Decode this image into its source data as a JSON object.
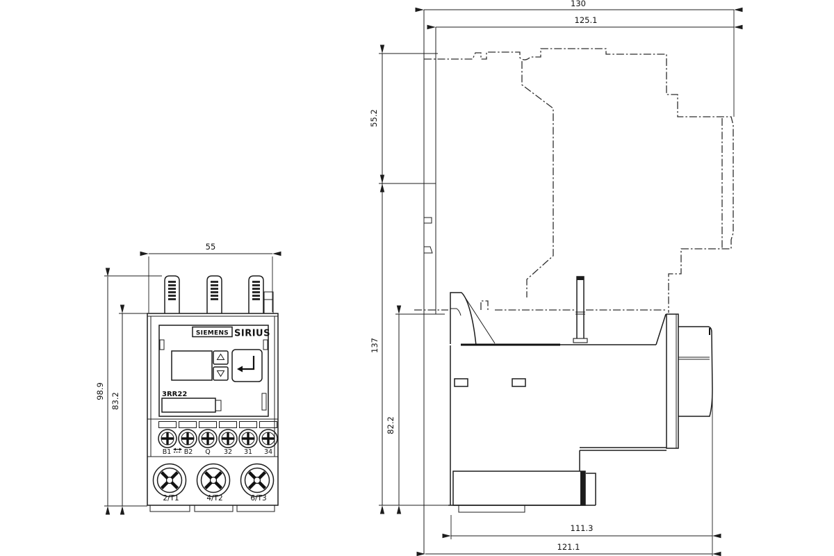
{
  "colors": {
    "line": "#1c1c1c",
    "background": "#ffffff"
  },
  "front_view": {
    "brand": "SIEMENS",
    "series": "SIRIUS",
    "model": "3RR22",
    "control_terminals": [
      "B1",
      "B2",
      "Q",
      "32",
      "31",
      "34"
    ],
    "load_terminals": [
      "2/T1",
      "4/T2",
      "6/T3"
    ],
    "dims": {
      "width": "55",
      "total_height": "98.9",
      "body_height": "83.2"
    }
  },
  "side_view": {
    "dims": {
      "total_width": "130",
      "device_width": "125.1",
      "upper_height": "55.2",
      "main_height": "137",
      "body_height": "82.2",
      "lower_depth": "111.3",
      "total_depth": "121.1"
    }
  },
  "icons": {
    "up_button": "triangle-up",
    "down_button": "triangle-down",
    "enter_button": "return-arrow",
    "removable_terminal": "double-arrow"
  }
}
